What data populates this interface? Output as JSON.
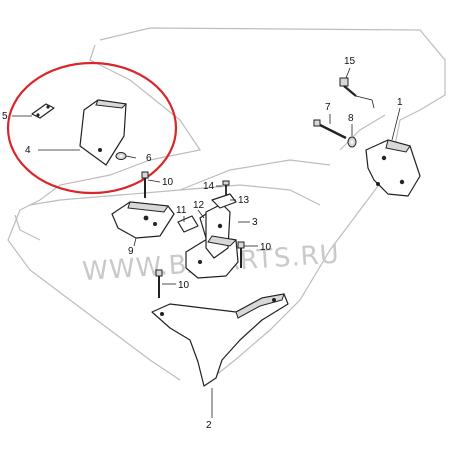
{
  "watermark": "WWW.BAPARTS.RU",
  "highlight_color": "#d9262c",
  "callouts": {
    "c1": "1",
    "c2": "2",
    "c3": "3",
    "c4": "4",
    "c5": "5",
    "c6": "6",
    "c7": "7",
    "c8": "8",
    "c9": "9",
    "c10a": "10",
    "c10b": "10",
    "c10c": "10",
    "c11": "11",
    "c12": "12",
    "c13": "13",
    "c14": "14",
    "c15": "15"
  }
}
